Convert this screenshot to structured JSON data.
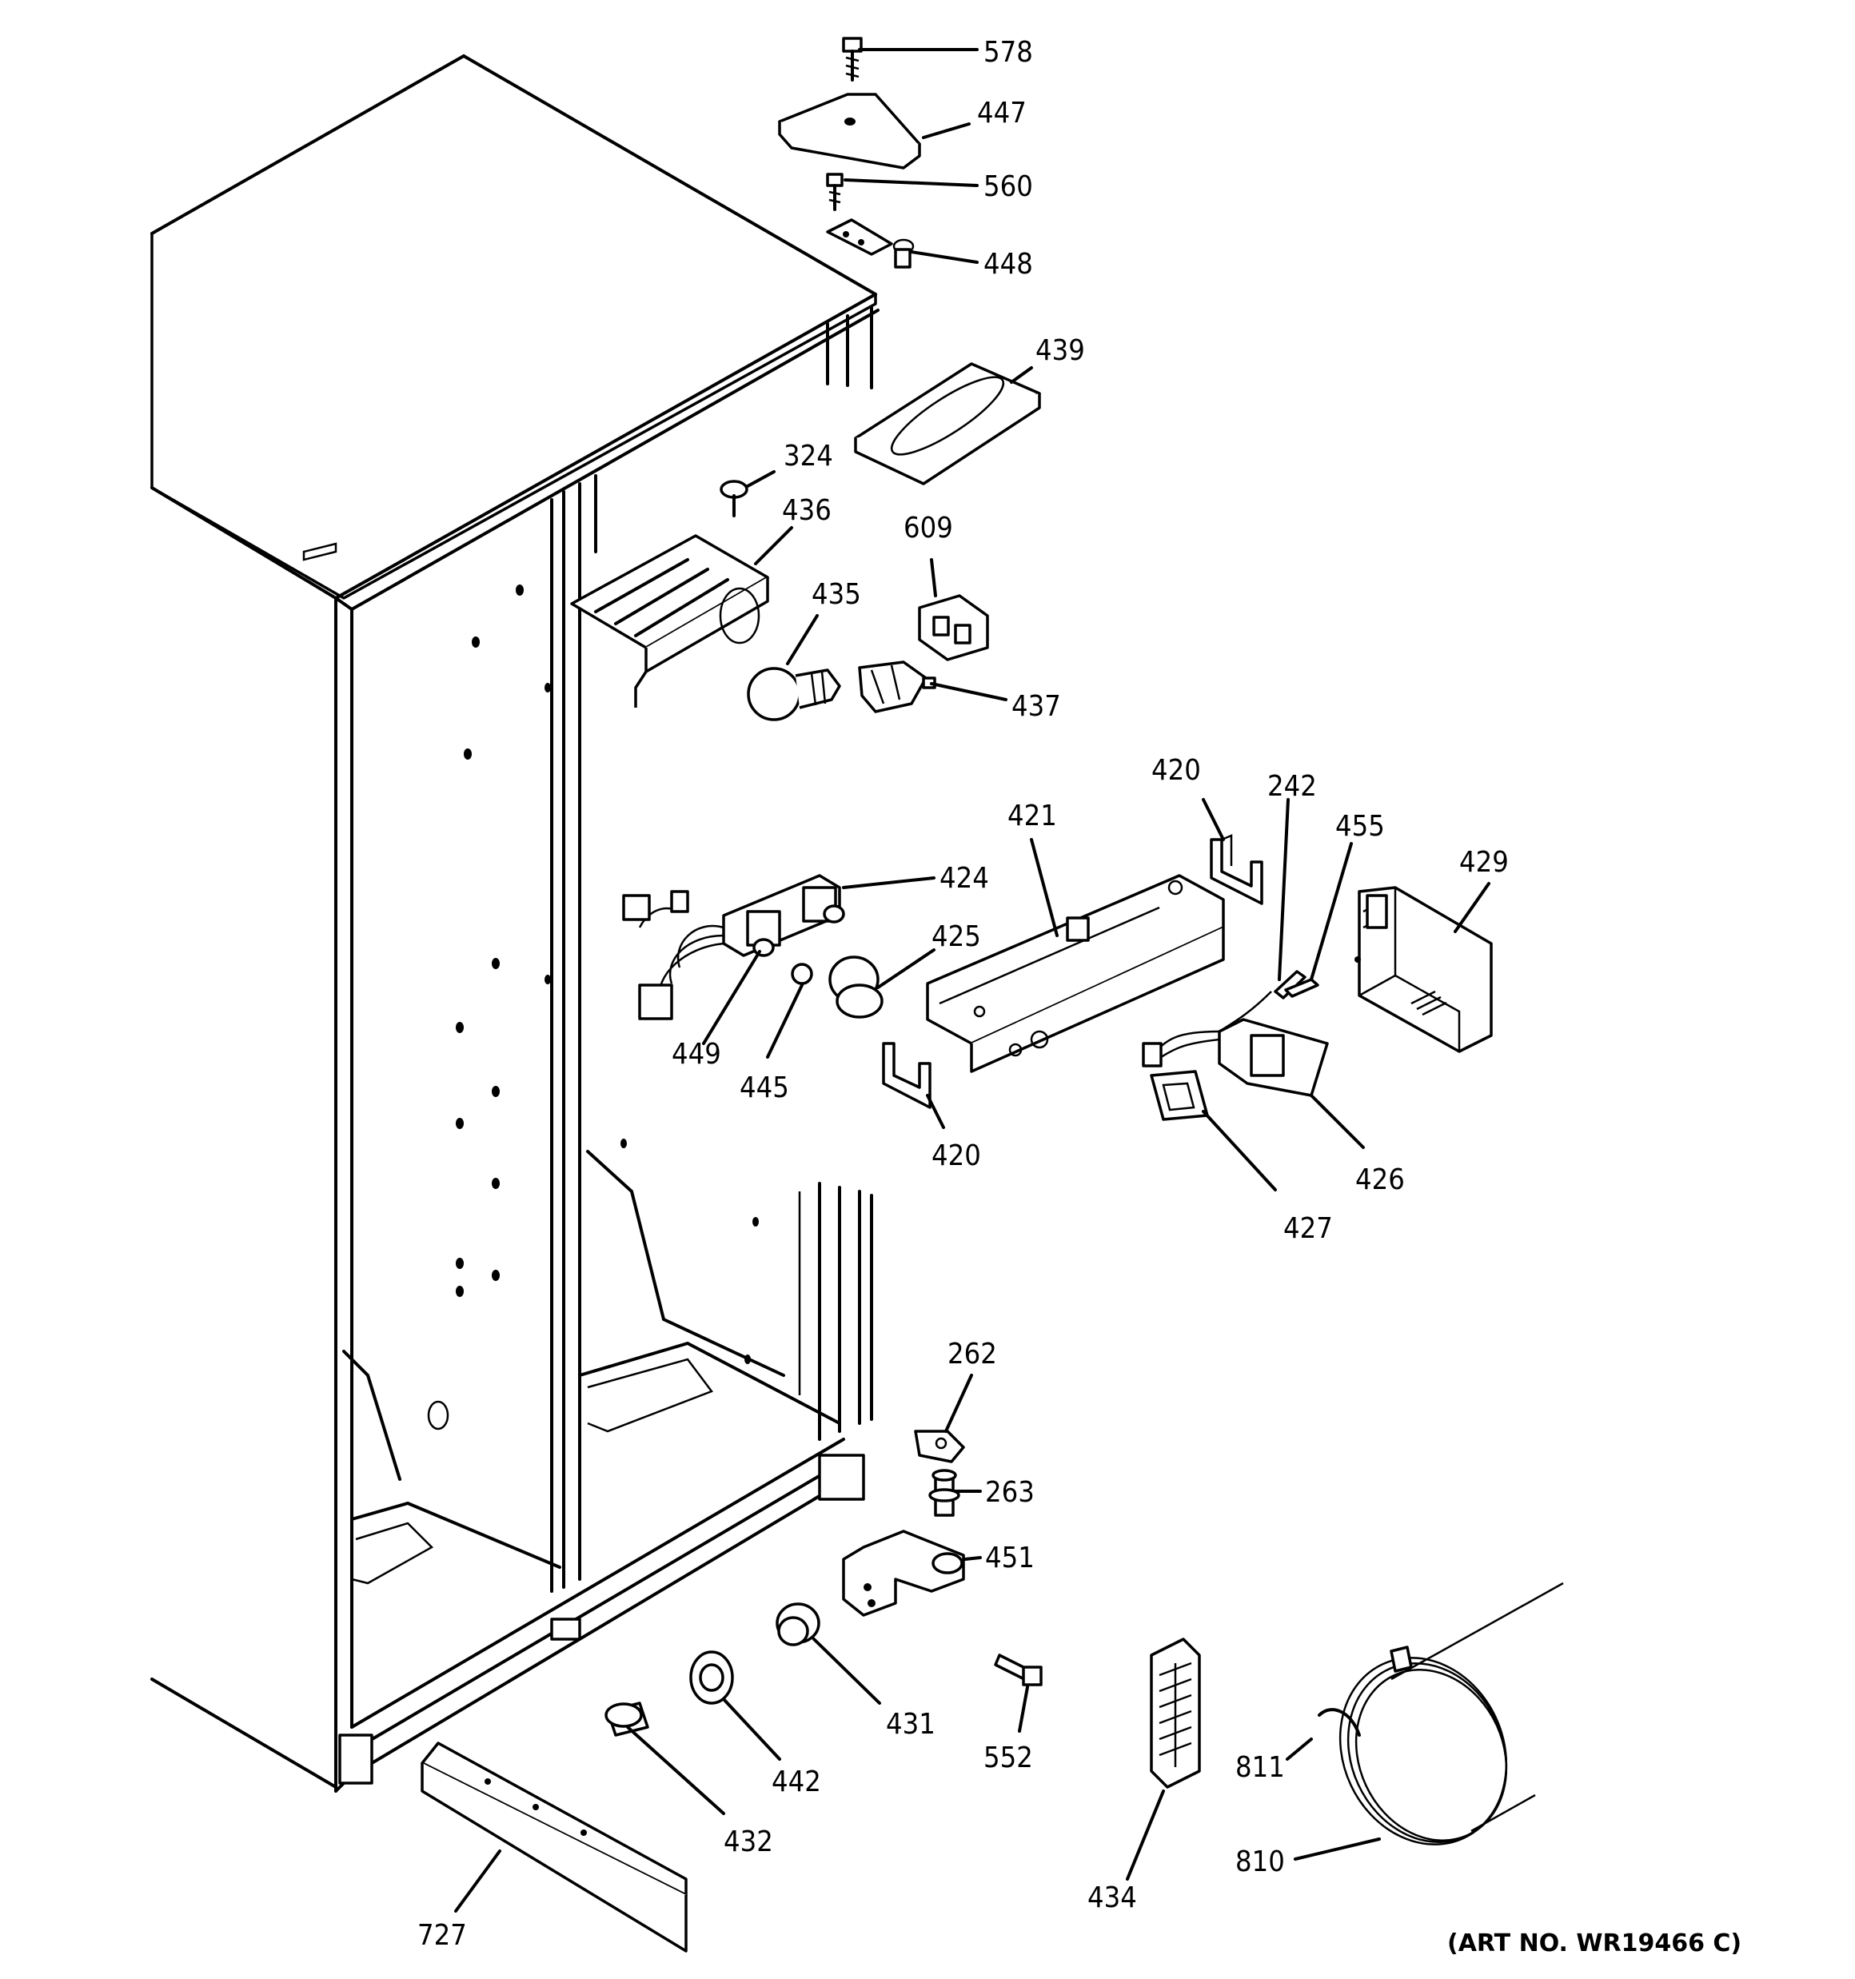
{
  "art_number": "(ART NO. WR19466 C)",
  "callouts": {
    "p578": "578",
    "p447": "447",
    "p560": "560",
    "p448": "448",
    "p439": "439",
    "p324": "324",
    "p436": "436",
    "p609": "609",
    "p435": "435",
    "p437": "437",
    "p420a": "420",
    "p242": "242",
    "p421": "421",
    "p455": "455",
    "p429": "429",
    "p424": "424",
    "p425": "425",
    "p449": "449",
    "p445": "445",
    "p420b": "420",
    "p426": "426",
    "p427": "427",
    "p262": "262",
    "p263": "263",
    "p451": "451",
    "p431": "431",
    "p552": "552",
    "p442": "442",
    "p811": "811",
    "p432": "432",
    "p434": "434",
    "p810": "810",
    "p727": "727"
  }
}
